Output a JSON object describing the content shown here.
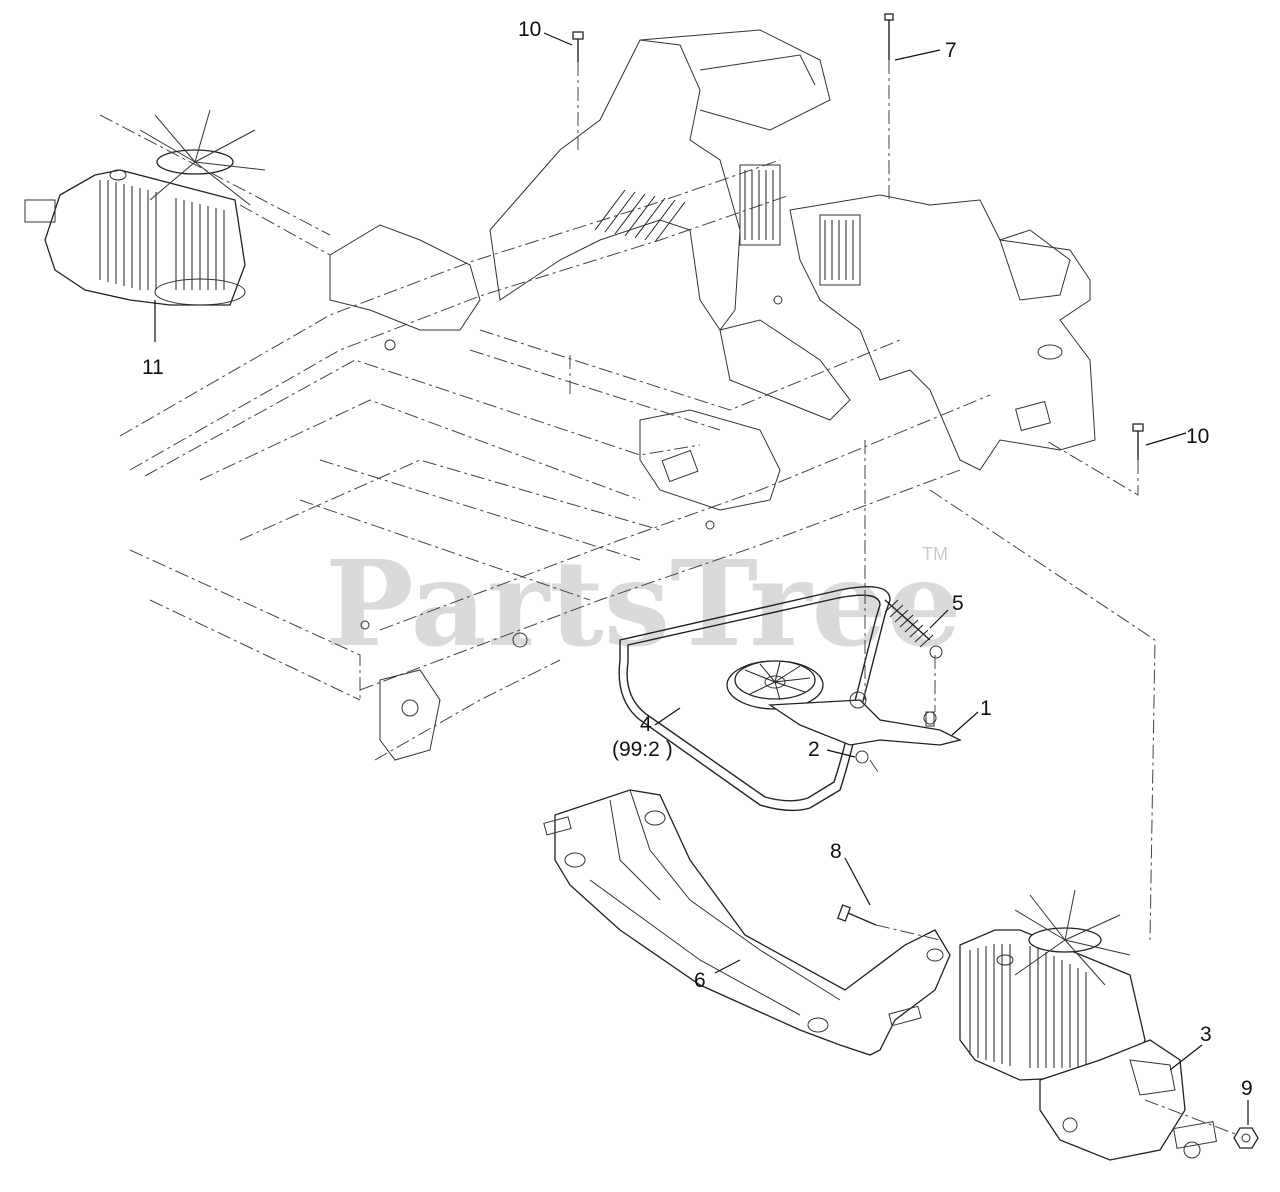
{
  "watermark": {
    "text": "PartsTree",
    "trademark": "TM"
  },
  "callouts": {
    "c1": "1",
    "c2": "2",
    "c3": "3",
    "c4": "4",
    "c4_sub": "(99:2 )",
    "c5": "5",
    "c6": "6",
    "c7": "7",
    "c8": "8",
    "c9": "9",
    "c10_top": "10",
    "c10_right": "10",
    "c11": "11"
  }
}
